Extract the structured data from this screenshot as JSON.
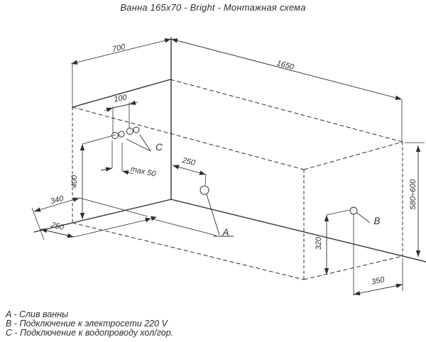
{
  "title": "Ванна 165x70 - Bright - Монтажная схема",
  "colors": {
    "line": "#2e2e2e",
    "background": "#ffffff"
  },
  "dimensions": {
    "width": "700",
    "length": "1650",
    "pipe_spacing": "100",
    "pipe_protrusion": "max 50",
    "pipe_height": "400",
    "drain_offset": "250",
    "floor_offset_back": "340",
    "floor_offset_front": "250",
    "electric_height": "320",
    "electric_offset": "350",
    "rim_height_range": "580÷600"
  },
  "points": {
    "drain": "A",
    "electric": "B",
    "water": "C"
  },
  "legend": {
    "drain": "A - Слив ванны",
    "electric": "B - Подключение к электросети 220 V",
    "water": "C - Подключение к водопроводу хол/гор."
  }
}
